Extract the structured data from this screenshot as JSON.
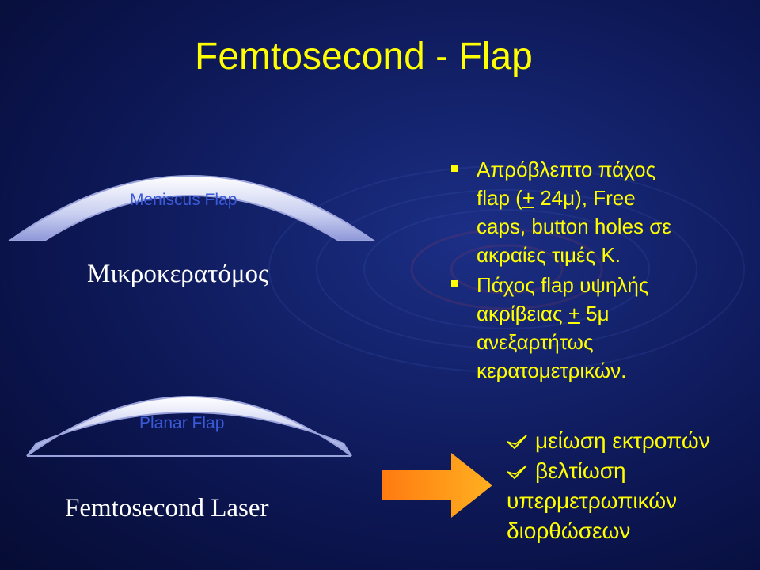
{
  "title": "Femtosecond - Flap",
  "lenses": {
    "meniscus_label": "Meniscus Flap",
    "meniscus_caption": "Μικροκερατόμος",
    "planar_label": "Planar Flap",
    "planar_caption": "Femtosecond Laser"
  },
  "bullets": [
    {
      "lines": [
        "Απρόβλεπτο πάχος",
        "flap (",
        "+",
        " 24μ), Free",
        "caps, button holes σε",
        "ακραίες τιμές Κ."
      ]
    },
    {
      "lines": [
        "Πάχος flap υψηλής",
        "ακρίβειας ",
        "+",
        " 5μ",
        "ανεξαρτήτως",
        "κερατομετρικών."
      ]
    }
  ],
  "results": {
    "item1": "μείωση εκτροπών",
    "item2_head": "βελτίωση",
    "item2_line2": "υπερμετρωπικών",
    "item2_line3": "διορθώσεων"
  },
  "colors": {
    "title": "#ffff00",
    "text": "#ffff00",
    "lens_label": "#3a5ad8",
    "arrow": "#ff9a1a"
  }
}
